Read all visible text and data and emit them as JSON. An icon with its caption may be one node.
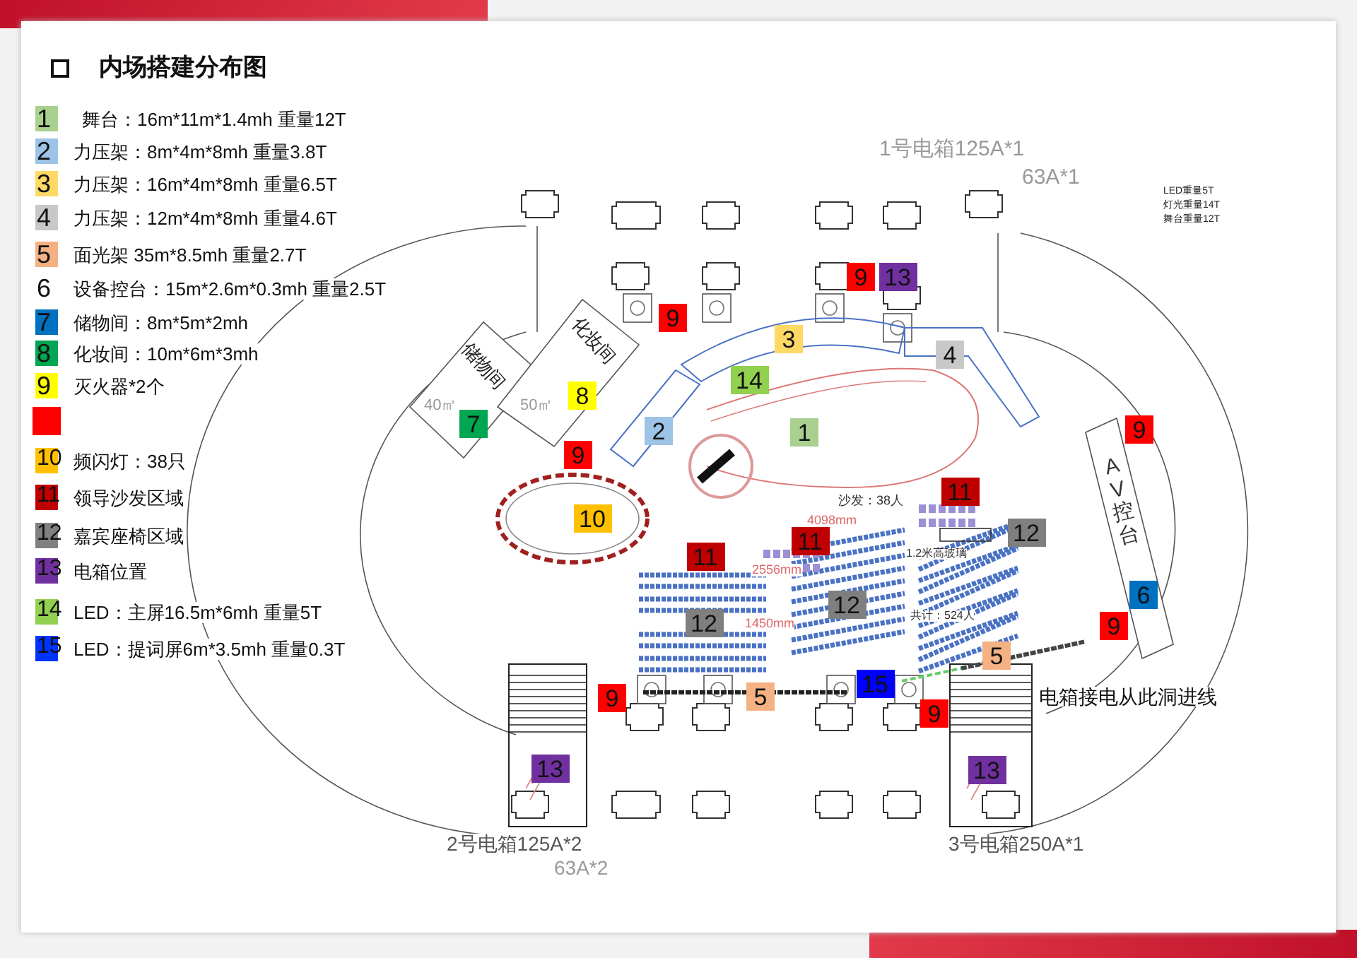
{
  "diagram": {
    "title": "内场搭建分布图",
    "nodes": [
      {
        "text": [],
        "shape": "box"
      },
      {
        "text": [
          "9"
        ]
      },
      {
        "text": [
          "13"
        ]
      },
      {
        "text": [
          "9"
        ]
      },
      {
        "text": [
          "3"
        ]
      },
      {
        "text": [
          "4"
        ]
      },
      {
        "text": [
          "储物间",
          "40㎡"
        ]
      },
      {
        "text": [
          "7"
        ],
        "in": 6
      },
      {
        "text": [
          "化妆间",
          "50㎡"
        ]
      },
      {
        "text": [
          "8"
        ],
        "in": 8
      },
      {
        "text": [
          "14"
        ]
      },
      {
        "text": [
          "AV控台"
        ]
      },
      {
        "text": [
          "9"
        ]
      },
      {
        "text": [
          "2"
        ]
      },
      {
        "text": [
          "1"
        ]
      },
      {
        "text": [
          "9"
        ]
      },
      {
        "text": [
          "11"
        ]
      },
      {
        "text": [
          "10"
        ]
      },
      {
        "text": [
          "6"
        ],
        "in": 11
      },
      {
        "text": [
          "12"
        ]
      },
      {
        "text": [
          "11"
        ]
      },
      {
        "text": [
          "11"
        ]
      },
      {
        "text": [
          "12"
        ]
      },
      {
        "text": [
          "12"
        ]
      },
      {
        "text": [
          "9"
        ]
      },
      {
        "text": [
          "5"
        ]
      },
      {
        "text": [
          "15"
        ]
      },
      {
        "text": [
          "5"
        ]
      },
      {
        "text": [
          "9"
        ]
      },
      {
        "text": [
          "9"
        ]
      },
      {
        "text": [
          "13"
        ]
      },
      {
        "text": [
          "13"
        ]
      }
    ],
    "labels": [
      "1",
      "2",
      "3",
      "4",
      "5",
      "6",
      "7",
      "8",
      "9",
      "10",
      "11",
      "12",
      "13",
      "14",
      "15",
      "1号电箱125A*1",
      "63A*1",
      "LED重量5T",
      "灯光重量14T",
      "舞台重量12T",
      "沙发：38人",
      "4098mm",
      "2556mm",
      "1.2米高玻璃",
      "1450mm",
      "共计：524人",
      "电箱接电从此洞进线",
      "2号电箱125A*2",
      "3号电箱250A*1",
      "63A*2"
    ],
    "legend": [
      {
        "text": "舞台：16m*11m*1.4mh 重量12T",
        "color": "#a9d08e"
      },
      {
        "text": "力压架：8m*4m*8mh 重量3.8T",
        "color": "#9dc3e6"
      },
      {
        "text": "力压架：16m*4m*8mh 重量6.5T",
        "color": "#ffd966"
      },
      {
        "text": "力压架：12m*4m*8mh 重量4.6T",
        "color": "#c8c8c8"
      },
      {
        "text": "面光架 35m*8.5mh 重量2.7T",
        "color": "#f4b183"
      },
      {
        "text": "设备控台：15m*2.6m*0.3mh 重量2.5T"
      },
      {
        "text": "储物间：8m*5m*2mh",
        "color": "#0070c0"
      },
      {
        "text": "化妆间：10m*6m*3mh",
        "color": "#00a651"
      },
      {
        "text": "灭火器*2个",
        "color": "#ffff00"
      },
      {
        "text": "频闪灯：38只",
        "color": "#ffc000"
      },
      {
        "text": "领导沙发区域",
        "color": "#c00000"
      },
      {
        "text": "嘉宾座椅区域",
        "color": "#808080"
      },
      {
        "text": "电箱位置",
        "color": "#7030a0"
      },
      {
        "text": "LED：主屏16.5m*6mh 重量5T",
        "color": "#92d050"
      },
      {
        "text": "LED：提词屏6m*3.5mh 重量0.3T",
        "color": "#0033ff"
      }
    ]
  }
}
